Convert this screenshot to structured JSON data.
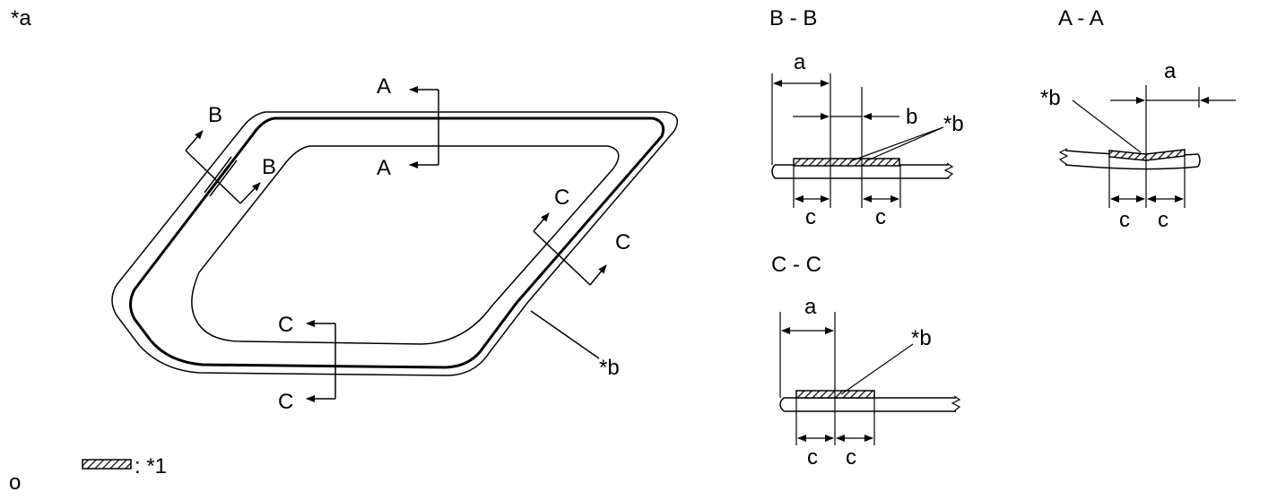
{
  "labels": {
    "title_ref": "*a",
    "footer_ref": "o",
    "legend_text": ": *1",
    "window": {
      "A_top": "A",
      "A_bottom": "A",
      "B_top": "B",
      "B_bottom": "B",
      "C_right_top": "C",
      "C_right_bottom": "C",
      "C_left_top": "C",
      "C_left_bottom": "C",
      "callout": "*b"
    },
    "section_bb": {
      "title": "B - B",
      "dim_a": "a",
      "dim_b": "b",
      "callout": "*b",
      "dim_c1": "c",
      "dim_c2": "c"
    },
    "section_aa": {
      "title": "A - A",
      "dim_a": "a",
      "callout": "*b",
      "dim_c1": "c",
      "dim_c2": "c"
    },
    "section_cc": {
      "title": "C - C",
      "dim_a": "a",
      "callout": "*b",
      "dim_c1": "c",
      "dim_c2": "c"
    }
  },
  "colors": {
    "line": "#000000",
    "background": "#ffffff"
  }
}
